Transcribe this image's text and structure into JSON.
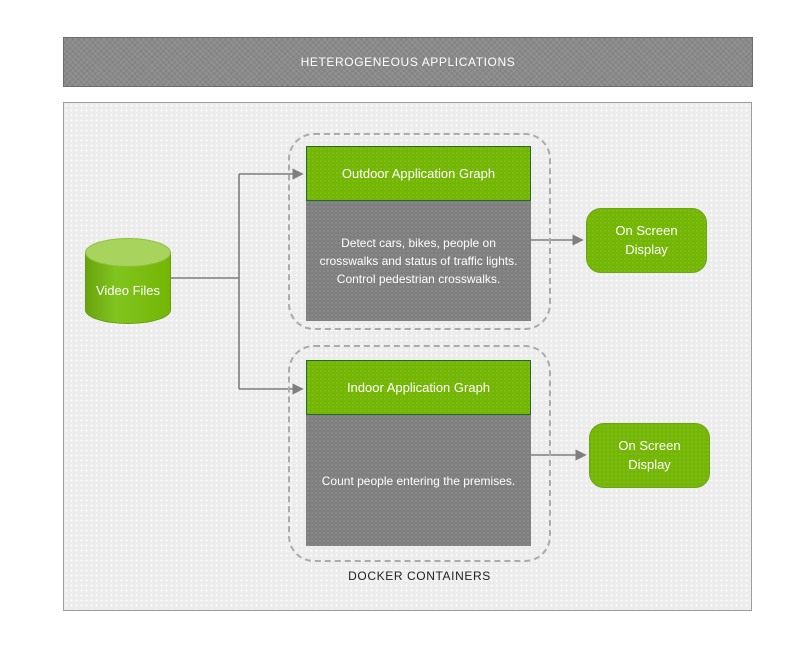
{
  "header": {
    "title": "HETEROGENEOUS APPLICATIONS"
  },
  "source": {
    "label": "Video Files"
  },
  "docker": {
    "label": "DOCKER CONTAINERS",
    "containers": [
      {
        "title": "Outdoor Application Graph",
        "description": "Detect cars, bikes, people on crosswalks and status of traffic lights. Control pedestrian crosswalks."
      },
      {
        "title": "Indoor Application Graph",
        "description": "Count people entering the premises."
      }
    ]
  },
  "outputs": [
    {
      "label": "On Screen Display"
    },
    {
      "label": "On Screen Display"
    }
  ],
  "colors": {
    "accent_green": "#74b604",
    "cylinder_top_green": "#a8d35c",
    "body_gray": "#7f7f7f",
    "header_bar_gray": "#8a8a8a",
    "panel_background": "#ececec",
    "connector_gray": "#7f7f7f",
    "dashed_border": "#ababab",
    "caption_text": "#1f1f1f"
  }
}
